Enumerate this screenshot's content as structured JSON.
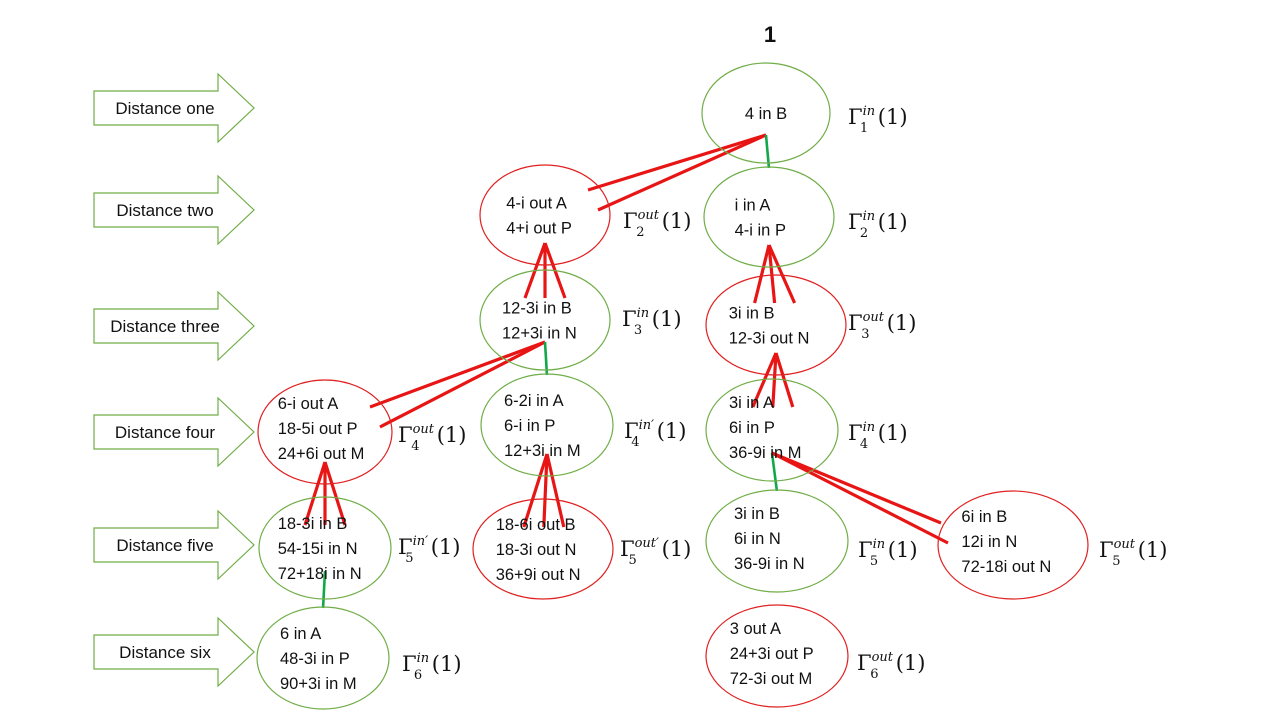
{
  "title": "1",
  "colors": {
    "in_node": "#70ad47",
    "out_node": "#e02020",
    "edge_red": "#e81515",
    "edge_green": "#12a84a",
    "arrow_stroke": "#70ad47"
  },
  "distances": [
    {
      "id": "one",
      "label": "Distance one"
    },
    {
      "id": "two",
      "label": "Distance two"
    },
    {
      "id": "three",
      "label": "Distance three"
    },
    {
      "id": "four",
      "label": "Distance four"
    },
    {
      "id": "five",
      "label": "Distance five"
    },
    {
      "id": "six",
      "label": "Distance six"
    }
  ],
  "nodes": [
    {
      "id": "g1in",
      "kind": "in",
      "lines": [
        "4 in B"
      ],
      "gamma": {
        "sub": "1",
        "sup": "in",
        "arg": "(1)"
      }
    },
    {
      "id": "g2out",
      "kind": "out",
      "lines": [
        "4-i out A",
        "4+i out P"
      ],
      "gamma": {
        "sub": "2",
        "sup": "out",
        "arg": "(1)"
      }
    },
    {
      "id": "g2in",
      "kind": "in",
      "lines": [
        "i in A",
        "4-i in P"
      ],
      "gamma": {
        "sub": "2",
        "sup": "in",
        "arg": "(1)"
      }
    },
    {
      "id": "g3in",
      "kind": "in",
      "lines": [
        "12-3i in B",
        "12+3i in N"
      ],
      "gamma": {
        "sub": "3",
        "sup": "in",
        "arg": "(1)"
      }
    },
    {
      "id": "g3out",
      "kind": "out",
      "lines": [
        "3i in B",
        "12-3i out N"
      ],
      "gamma": {
        "sub": "3",
        "sup": "out",
        "arg": "(1)"
      }
    },
    {
      "id": "g4out",
      "kind": "out",
      "lines": [
        "6-i out A",
        "18-5i out P",
        "24+6i out M"
      ],
      "gamma": {
        "sub": "4",
        "sup": "out",
        "arg": "(1)"
      }
    },
    {
      "id": "g4inp",
      "kind": "in",
      "lines": [
        "6-2i in A",
        "6-i in P",
        "12+3i in M"
      ],
      "gamma": {
        "sub": "4",
        "sup": "in′",
        "arg": "(1)"
      }
    },
    {
      "id": "g4in",
      "kind": "in",
      "lines": [
        "3i in A",
        "6i in P",
        "36-9i in M"
      ],
      "gamma": {
        "sub": "4",
        "sup": "in",
        "arg": "(1)"
      }
    },
    {
      "id": "g5inp",
      "kind": "in",
      "lines": [
        "18-3i in B",
        "54-15i in N",
        "72+18i in N"
      ],
      "gamma": {
        "sub": "5",
        "sup": "in′",
        "arg": "(1)"
      }
    },
    {
      "id": "g5outp",
      "kind": "out",
      "lines": [
        "18-6i out B",
        "18-3i out N",
        "36+9i out N"
      ],
      "gamma": {
        "sub": "5",
        "sup": "out′",
        "arg": "(1)"
      }
    },
    {
      "id": "g5in",
      "kind": "in",
      "lines": [
        "3i in B",
        "6i in N",
        "36-9i in N"
      ],
      "gamma": {
        "sub": "5",
        "sup": "in",
        "arg": "(1)"
      }
    },
    {
      "id": "g5out",
      "kind": "out",
      "lines": [
        "6i in B",
        "12i in N",
        "72-18i out N"
      ],
      "gamma": {
        "sub": "5",
        "sup": "out",
        "arg": "(1)"
      }
    },
    {
      "id": "g6in",
      "kind": "in",
      "lines": [
        "6 in A",
        "48-3i in P",
        "90+3i in M"
      ],
      "gamma": {
        "sub": "6",
        "sup": "in",
        "arg": "(1)"
      }
    },
    {
      "id": "g6out",
      "kind": "out",
      "lines": [
        "3 out A",
        "24+3i out P",
        "72-3i out M"
      ],
      "gamma": {
        "sub": "6",
        "sup": "out",
        "arg": "(1)"
      }
    }
  ],
  "edges": [
    {
      "from": "g1in",
      "to": "g2out",
      "color": "red",
      "count": 2
    },
    {
      "from": "g1in",
      "to": "g2in",
      "color": "green",
      "count": 1
    },
    {
      "from": "g2out",
      "to": "g3in",
      "color": "red",
      "count": 3
    },
    {
      "from": "g2in",
      "to": "g3out",
      "color": "red",
      "count": 3
    },
    {
      "from": "g3in",
      "to": "g4out",
      "color": "red",
      "count": 2
    },
    {
      "from": "g3in",
      "to": "g4inp",
      "color": "green",
      "count": 1
    },
    {
      "from": "g3out",
      "to": "g4in",
      "color": "red",
      "count": 3
    },
    {
      "from": "g4out",
      "to": "g5inp",
      "color": "red",
      "count": 3
    },
    {
      "from": "g4inp",
      "to": "g5outp",
      "color": "red",
      "count": 3
    },
    {
      "from": "g4in",
      "to": "g5in",
      "color": "green",
      "count": 1
    },
    {
      "from": "g4in",
      "to": "g5out",
      "color": "red",
      "count": 2
    },
    {
      "from": "g5inp",
      "to": "g6in",
      "color": "green",
      "count": 1
    }
  ]
}
